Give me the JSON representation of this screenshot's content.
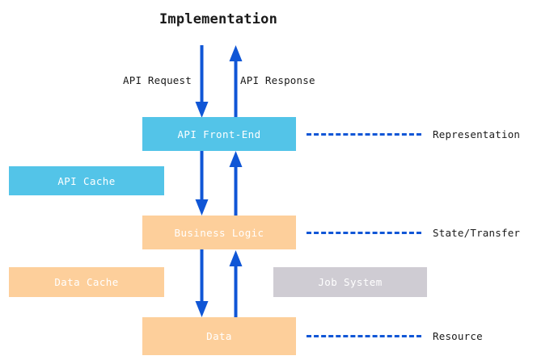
{
  "diagram": {
    "title": "Implementation",
    "type": "layered-architecture-flow",
    "colors": {
      "cyan": "#53c4e8",
      "peach": "#fdcf9b",
      "gray": "#cfccd3",
      "arrow_blue": "#1056d6",
      "text_dark": "#1a1a1a",
      "node_text": "#ffffff",
      "background": "#ffffff"
    },
    "nodes": [
      {
        "id": "api-frontend",
        "label": "API Front-End",
        "color": "cyan"
      },
      {
        "id": "api-cache",
        "label": "API Cache",
        "color": "cyan"
      },
      {
        "id": "business-logic",
        "label": "Business Logic",
        "color": "peach"
      },
      {
        "id": "data-cache",
        "label": "Data Cache",
        "color": "peach"
      },
      {
        "id": "job-system",
        "label": "Job System",
        "color": "gray"
      },
      {
        "id": "data",
        "label": "Data",
        "color": "peach"
      }
    ],
    "edge_labels": {
      "api_request": "API Request",
      "api_response": "API Response"
    },
    "layers": [
      {
        "id": "representation",
        "label": "Representation",
        "node": "api-frontend"
      },
      {
        "id": "state-transfer",
        "label": "State/Transfer",
        "node": "business-logic"
      },
      {
        "id": "resource",
        "label": "Resource",
        "node": "data"
      }
    ]
  }
}
